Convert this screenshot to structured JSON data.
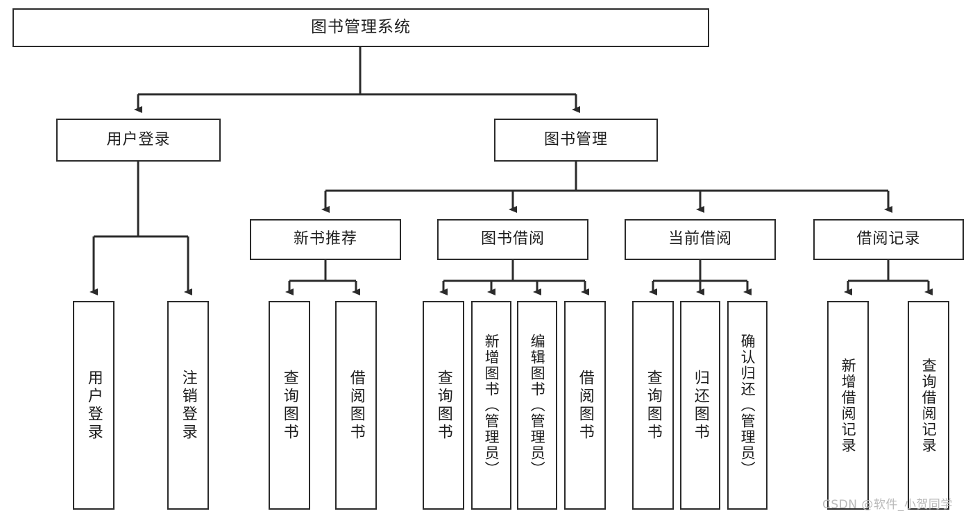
{
  "diagram": {
    "title": "图书管理系统",
    "type": "tree-hierarchy-diagram",
    "root": {
      "label": "图书管理系统"
    },
    "level2": [
      {
        "label": "用户登录"
      },
      {
        "label": "图书管理"
      }
    ],
    "level3": [
      {
        "label": "新书推荐"
      },
      {
        "label": "图书借阅"
      },
      {
        "label": "当前借阅"
      },
      {
        "label": "借阅记录"
      }
    ],
    "leaves": {
      "user_login": [
        {
          "label": "用户登录"
        },
        {
          "label": "注销登录"
        }
      ],
      "new_book_recommend": [
        {
          "label": "查询图书"
        },
        {
          "label": "借阅图书"
        }
      ],
      "book_borrow": [
        {
          "label": "查询图书"
        },
        {
          "label": "新增图书（管理员）"
        },
        {
          "label": "编辑图书（管理员）"
        },
        {
          "label": "借阅图书"
        }
      ],
      "current_borrow": [
        {
          "label": "查询图书"
        },
        {
          "label": "归还图书"
        },
        {
          "label": "确认归还（管理员）"
        }
      ],
      "borrow_record": [
        {
          "label": "新增借阅记录"
        },
        {
          "label": "查询借阅记录"
        }
      ]
    }
  },
  "watermark": {
    "text": "CSDN @软件_小贺同学"
  },
  "colors": {
    "stroke": "#2b2b2b",
    "background": "#ffffff",
    "text": "#1d1d1d",
    "watermark": "#b9b9b9"
  }
}
